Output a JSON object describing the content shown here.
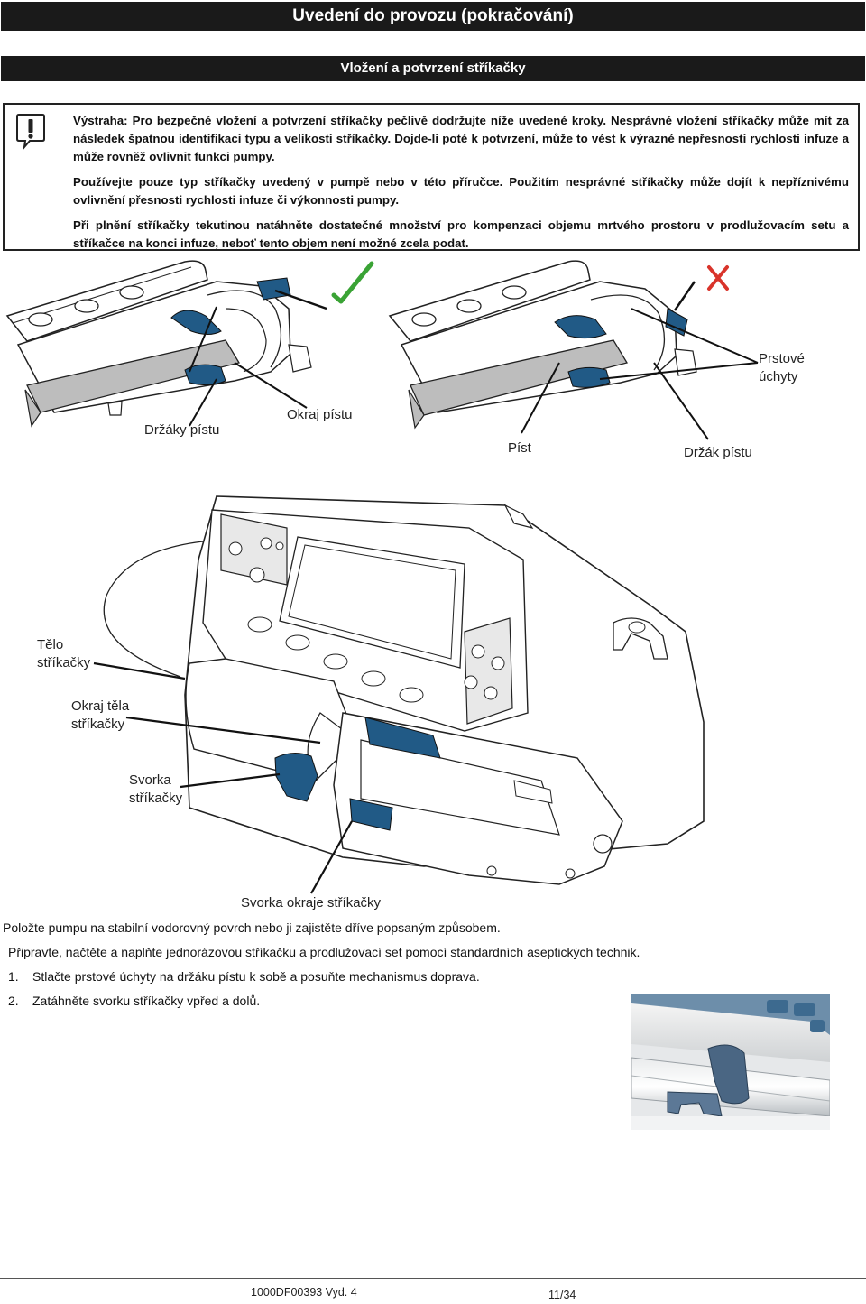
{
  "header": {
    "title": "Uvedení do provozu (pokračování)",
    "section": "Vložení a potvrzení stříkačky"
  },
  "warning": {
    "icon": "warning-exclamation-icon",
    "paragraphs": [
      "Výstraha: Pro bezpečné vložení a potvrzení stříkačky pečlivě dodržujte níže uvedené kroky. Nesprávné vložení stříkačky může mít za následek špatnou identifikaci typu a velikosti stříkačky. Dojde-li poté k potvrzení, může to vést k výrazné nepřesnosti rychlosti infuze a může rovněž ovlivnit funkci pumpy.",
      "Používejte pouze typ stříkačky uvedený v pumpě nebo v této příručce. Použitím nesprávné stříkačky může dojít k nepříznivému ovlivnění přesnosti rychlosti infuze či výkonnosti pumpy.",
      "Při plnění stříkačky tekutinou natáhněte dostatečné množství pro kompenzaci objemu mrtvého prostoru v prodlužovacím setu a stříkačce na konci infuze, neboť tento objem není možné zcela podat."
    ]
  },
  "figure_top": {
    "labels": {
      "plunger_holders": "Držáky pístu",
      "plunger_rim": "Okraj pístu",
      "finger_grips": "Prstové úchyty",
      "plunger": "Píst",
      "plunger_holder": "Držák pístu"
    },
    "correct_mark_color": "#3aa335",
    "incorrect_mark_color": "#d9342b",
    "accent_color": "#215a86"
  },
  "figure_pump": {
    "labels": {
      "barrel": "Tělo stříkačky",
      "barrel_rim": "Okraj těla stříkačky",
      "clamp": "Svorka stříkačky",
      "rim_clamp": "Svorka okraje stříkačky"
    }
  },
  "body": {
    "intro": "Položte pumpu na stabilní vodorovný povrch nebo ji zajistěte dříve popsaným způsobem.",
    "prep": "Připravte, načtěte a naplňte jednorázovou stříkačku a prodlužovací set pomocí standardních aseptických technik.",
    "steps": [
      {
        "num": "1.",
        "text": "Stlačte prstové úchyty na držáku pístu k sobě a posuňte mechanismus doprava."
      },
      {
        "num": "2.",
        "text": "Zatáhněte svorku stříkačky vpřed a dolů."
      }
    ]
  },
  "footer": {
    "doc_code": "1000DF00393 Vyd. 4",
    "page": "11/34"
  }
}
